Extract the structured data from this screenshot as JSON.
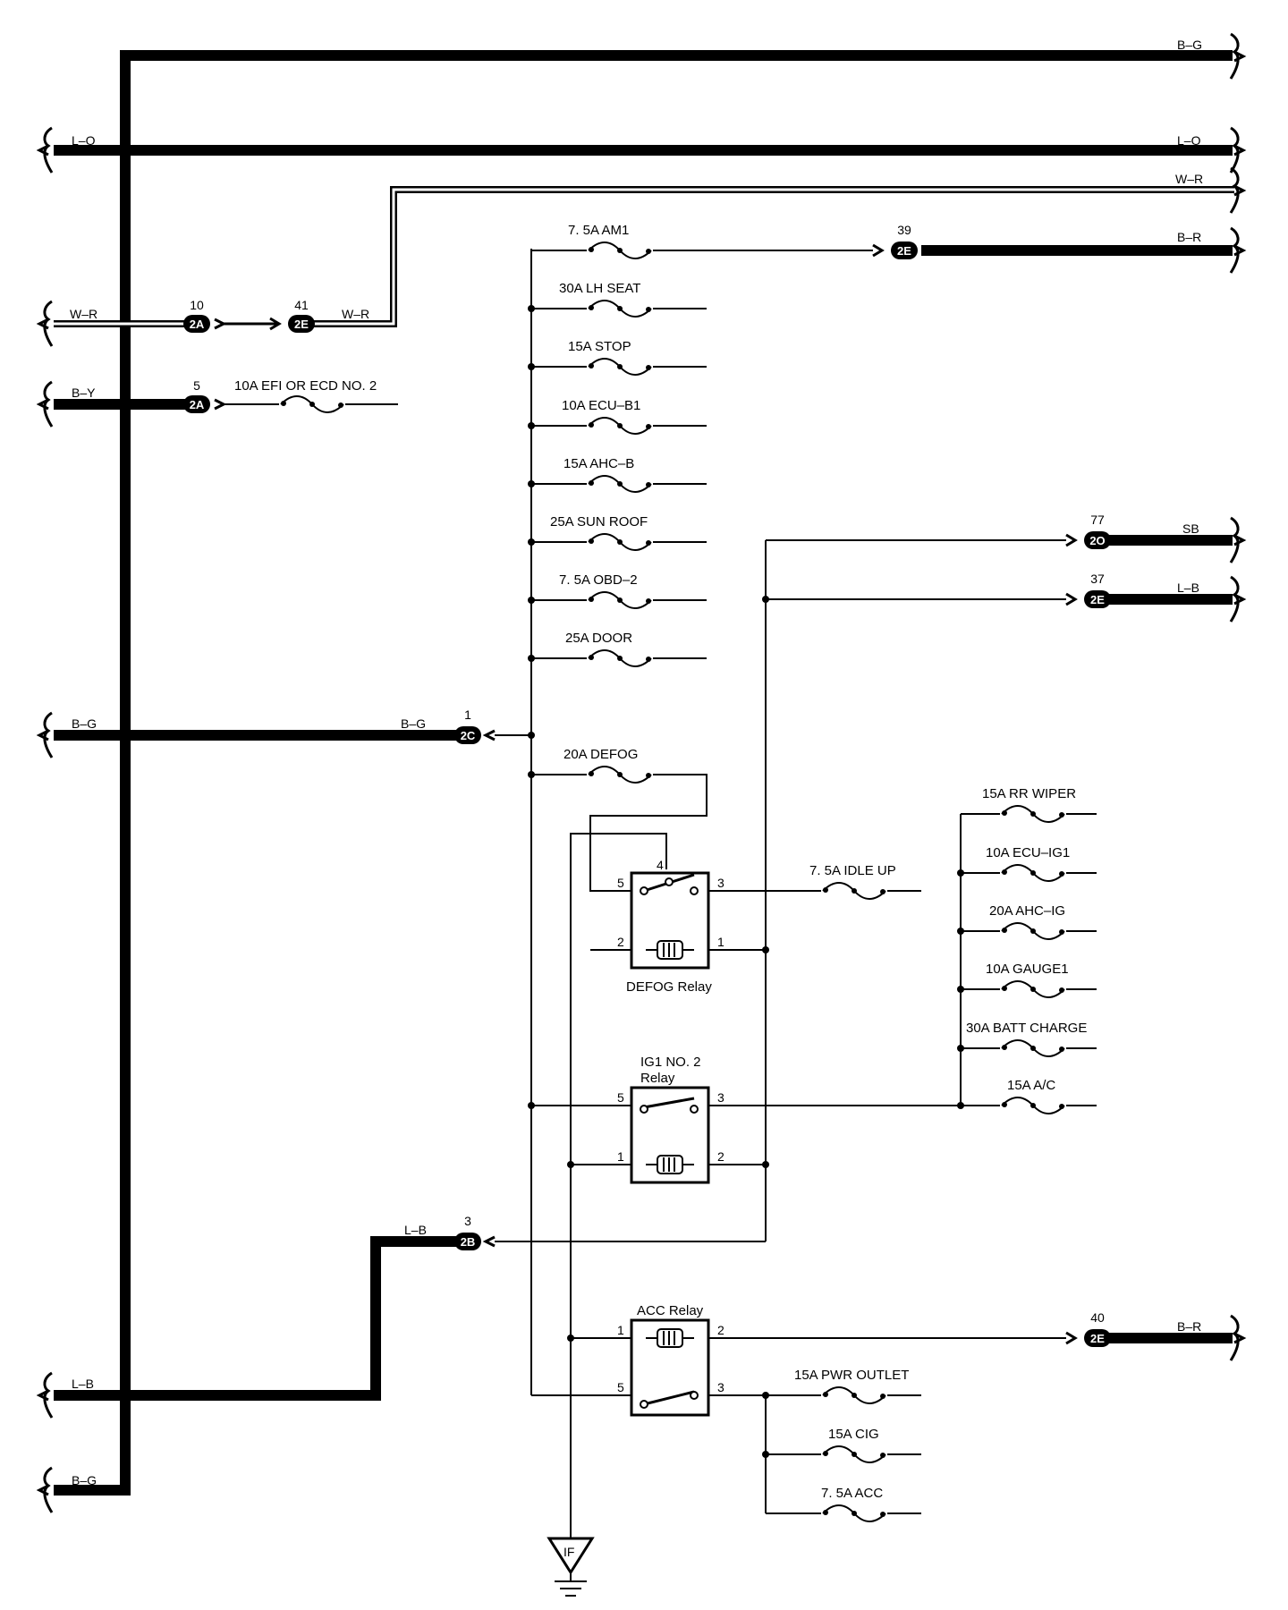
{
  "wire_labels": {
    "bg_top": "B–G",
    "lo_left": "L–O",
    "lo_right": "L–O",
    "wr_right": "W–R",
    "br_39": "B–R",
    "wr_left": "W–R",
    "wr_mid": "W–R",
    "by_left": "B–Y",
    "sb_77": "SB",
    "lb_37": "L–B",
    "bg_left_mid": "B–G",
    "bg_mid": "B–G",
    "lb_mid": "L–B",
    "lb_left": "L–B",
    "br_40": "B–R",
    "bg_bottom": "B–G"
  },
  "connectors": {
    "c10": {
      "id": "2A",
      "pin": "10"
    },
    "c41": {
      "id": "2E",
      "pin": "41"
    },
    "c5": {
      "id": "2A",
      "pin": "5"
    },
    "c39": {
      "id": "2E",
      "pin": "39"
    },
    "c77": {
      "id": "2O",
      "pin": "77"
    },
    "c37": {
      "id": "2E",
      "pin": "37"
    },
    "c1": {
      "id": "2C",
      "pin": "1"
    },
    "c3": {
      "id": "2B",
      "pin": "3"
    },
    "c40": {
      "id": "2E",
      "pin": "40"
    }
  },
  "fuses": {
    "am1": "7. 5A AM1",
    "lh_seat": "30A LH SEAT",
    "stop": "15A STOP",
    "ecu_b1": "10A ECU–B1",
    "ahc_b": "15A AHC–B",
    "sun_roof": "25A SUN ROOF",
    "obd2": "7. 5A OBD–2",
    "door": "25A DOOR",
    "efi": "10A EFI OR ECD NO. 2",
    "defog": "20A DEFOG",
    "idle_up": "7. 5A IDLE UP",
    "rr_wiper": "15A RR WIPER",
    "ecu_ig1": "10A ECU–IG1",
    "ahc_ig": "20A AHC–IG",
    "gauge1": "10A GAUGE1",
    "batt_charge": "30A BATT CHARGE",
    "ac": "15A A/C",
    "pwr_outlet": "15A PWR OUTLET",
    "cig": "15A CIG",
    "acc": "7. 5A ACC"
  },
  "relays": {
    "defog": {
      "name": "DEFOG Relay",
      "pin5": "5",
      "pin4": "4",
      "pin3": "3",
      "pin2": "2",
      "pin1": "1"
    },
    "ig1": {
      "name1": "IG1 NO. 2",
      "name2": "Relay",
      "pin5": "5",
      "pin3": "3",
      "pin1": "1",
      "pin2": "2"
    },
    "acc": {
      "name": "ACC Relay",
      "pin1": "1",
      "pin2": "2",
      "pin5": "5",
      "pin3": "3"
    }
  },
  "ground": {
    "label": "IF"
  }
}
